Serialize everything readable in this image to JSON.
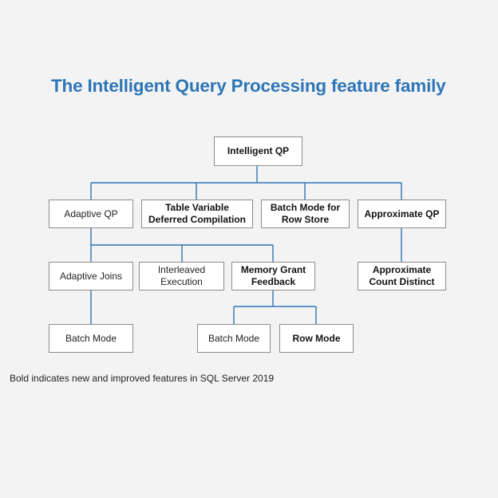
{
  "title": "The Intelligent Query Processing feature family",
  "colors": {
    "title": "#2e75b6",
    "connector": "#2e75b6",
    "node_border": "#8c8c8c",
    "background": "#f3f3f3"
  },
  "nodes": {
    "intelligent_qp": "Intelligent QP",
    "adaptive_qp": "Adaptive QP",
    "table_variable": "Table Variable\nDeferred Compilation",
    "batch_mode_rowstore": "Batch Mode for\nRow Store",
    "approximate_qp": "Approximate QP",
    "adaptive_joins": "Adaptive Joins",
    "interleaved_execution": "Interleaved\nExecution",
    "memory_grant_feedback": "Memory Grant\nFeedback",
    "approx_count_distinct": "Approximate\nCount Distinct",
    "batch_mode_joins": "Batch Mode",
    "batch_mode_mgf": "Batch Mode",
    "row_mode_mgf": "Row Mode"
  },
  "caption": "Bold indicates new and improved features in SQL Server 2019"
}
